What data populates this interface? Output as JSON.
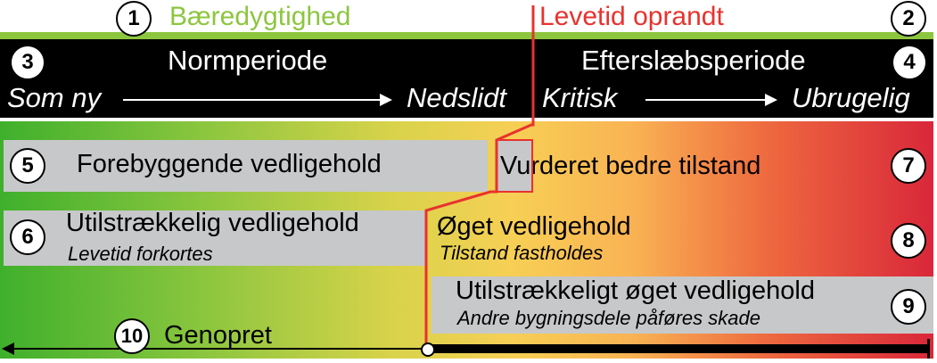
{
  "top": {
    "sustainability_label": "Bæredygtighed",
    "lifetime_label": "Levetid oprandt"
  },
  "header": {
    "norm_period": "Normperiode",
    "lag_period": "Efterslæbsperiode",
    "as_new": "Som ny",
    "worn_out": "Nedslidt",
    "critical": "Kritisk",
    "unusable": "Ubrugelig"
  },
  "markers": [
    "1",
    "2",
    "3",
    "4",
    "5",
    "6",
    "7",
    "8",
    "9",
    "10"
  ],
  "boxes": {
    "preventive": "Forebyggende vedligehold",
    "better_condition": "Vurderet bedre tilstand",
    "insufficient": "Utilstrækkelig vedligehold",
    "insufficient_sub": "Levetid forkortes",
    "increased": "Øget vedligehold",
    "increased_sub": "Tilstand fastholdes",
    "insufficient_increased": "Utilstrækkeligt øget vedligehold",
    "insufficient_increased_sub": "Andre bygningsdele påføres skade"
  },
  "bottom": {
    "restore_label": "Genopret"
  },
  "colors": {
    "green": "#8cc63f",
    "red": "#e8322e",
    "box_gray": "#c7c8ca"
  }
}
